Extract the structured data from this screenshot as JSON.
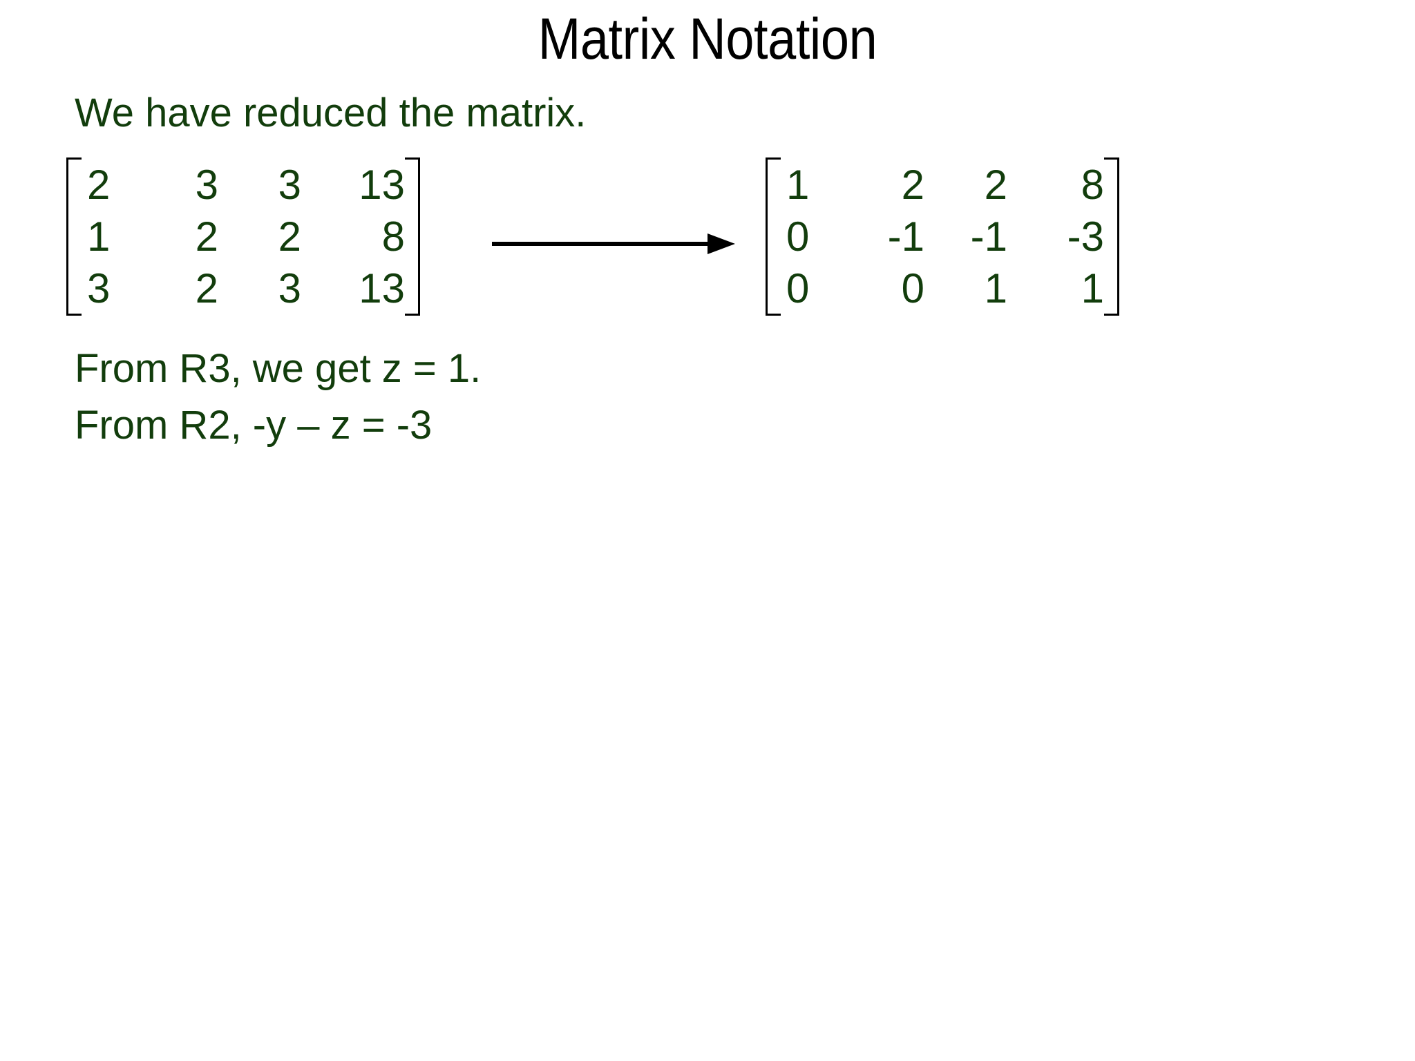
{
  "slide": {
    "title": "Matrix Notation",
    "lead_line": "We have reduced the matrix.",
    "background_color": "#ffffff",
    "title_color": "#000000",
    "body_color": "#123d0c",
    "bracket_color": "#000000",
    "arrow_color": "#000000"
  },
  "matrices": {
    "left": {
      "label": "original-augmented-matrix",
      "rows": [
        [
          "2",
          "3",
          "3",
          "13"
        ],
        [
          "1",
          "2",
          "2",
          "8"
        ],
        [
          "3",
          "2",
          "3",
          "13"
        ]
      ]
    },
    "right": {
      "label": "row-reduced-matrix",
      "rows": [
        [
          "1",
          "2",
          "2",
          "8"
        ],
        [
          "0",
          "-1",
          "-1",
          "-3"
        ],
        [
          "0",
          "0",
          "1",
          "1"
        ]
      ]
    }
  },
  "arrow": {
    "icon": "right-arrow-icon",
    "meaning": "row-reduces-to"
  },
  "conclusions": [
    "From R3, we get z = 1.",
    "From R2, -y – z = -3"
  ]
}
